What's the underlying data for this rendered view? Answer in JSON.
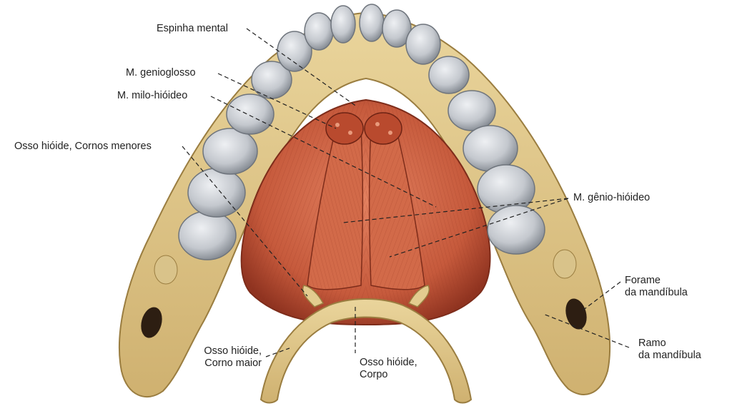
{
  "labels": {
    "espinha_mental": "Espinha mental",
    "m_genioglosso": "M. genioglosso",
    "m_milo_hioideo": "M. milo-hióideo",
    "osso_hioide_cornos_menores": "Osso hióide, Cornos menores",
    "m_genio_hioideo": "M. gênio-hióideo",
    "forame_l1": "Forame",
    "forame_l2": "da mandíbula",
    "ramo_l1": "Ramo",
    "ramo_l2": "da mandíbula",
    "corno_maior_l1": "Osso hióide,",
    "corno_maior_l2": "Corno maior",
    "corpo_l1": "Osso hióide,",
    "corpo_l2": "Corpo"
  },
  "colors": {
    "bone": "#e3cb8f",
    "bone_dark": "#b89a55",
    "tooth": "#c9cdd3",
    "tooth_shade": "#8e949c",
    "muscle": "#c7593c",
    "muscle_dark": "#8f3320",
    "muscle_light": "#e08060",
    "leader": "#222222"
  }
}
